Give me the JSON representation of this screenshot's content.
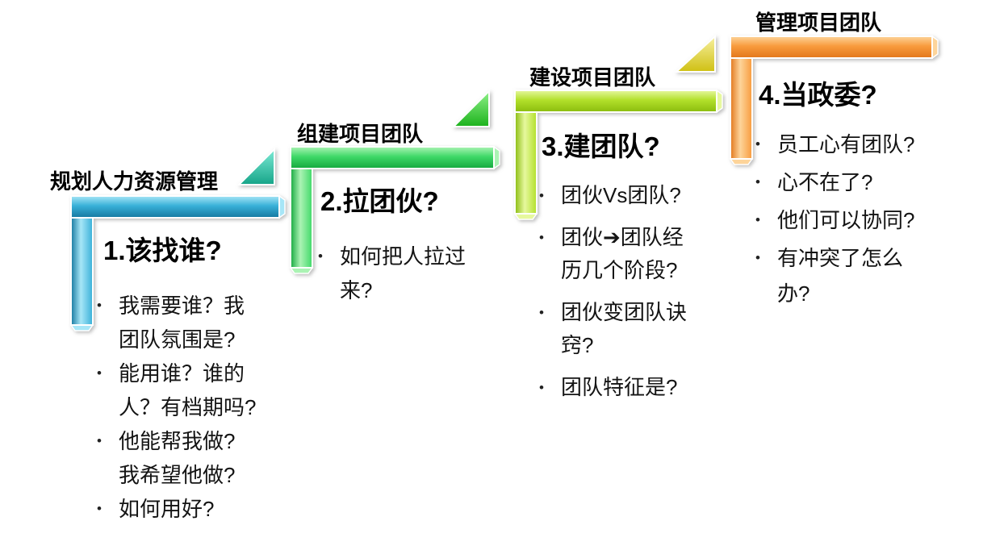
{
  "ui": {
    "bullet_char": "•"
  },
  "stages": [
    {
      "header": "规划人力资源管理",
      "title": "1.该找谁?",
      "bullets": [
        "我需要谁？我\n团队氛围是?",
        "能用谁？谁的\n人？有档期吗?",
        "他能帮我做?\n我希望他做?",
        "如何用好?"
      ],
      "colors": {
        "bar_light": "#A7E6F7",
        "bar_mid": "#38B0D8",
        "bar_dark": "#1578A0",
        "tri_light": "#7EEBD6",
        "tri_dark": "#16A488"
      }
    },
    {
      "header": "组建项目团队",
      "title": "2.拉团伙?",
      "bullets": [
        "如何把人拉过\n来?"
      ],
      "colors": {
        "bar_light": "#ABF3B4",
        "bar_mid": "#3FD968",
        "bar_dark": "#14A83E",
        "tri_light": "#8FF189",
        "tri_dark": "#1CB21C"
      }
    },
    {
      "header": "建设项目团队",
      "title": "3.建团队?",
      "bullets": [
        "团伙Vs团队?",
        "团伙➔团队经\n历几个阶段?",
        "团伙变团队诀\n窍?",
        "团队特征是?"
      ],
      "colors": {
        "bar_light": "#E6F89E",
        "bar_mid": "#B2E02A",
        "bar_dark": "#8ABC0E",
        "tri_light": "#F7F0A0",
        "tri_dark": "#CFC013"
      }
    },
    {
      "header": "管理项目团队",
      "title": "4.当政委?",
      "bullets": [
        "员工心有团队?",
        "心不在了?",
        "他们可以协同?",
        "有冲突了怎么\n办?"
      ],
      "colors": {
        "bar_light": "#FDD49A",
        "bar_mid": "#F89B3D",
        "bar_dark": "#E2771B"
      }
    }
  ]
}
